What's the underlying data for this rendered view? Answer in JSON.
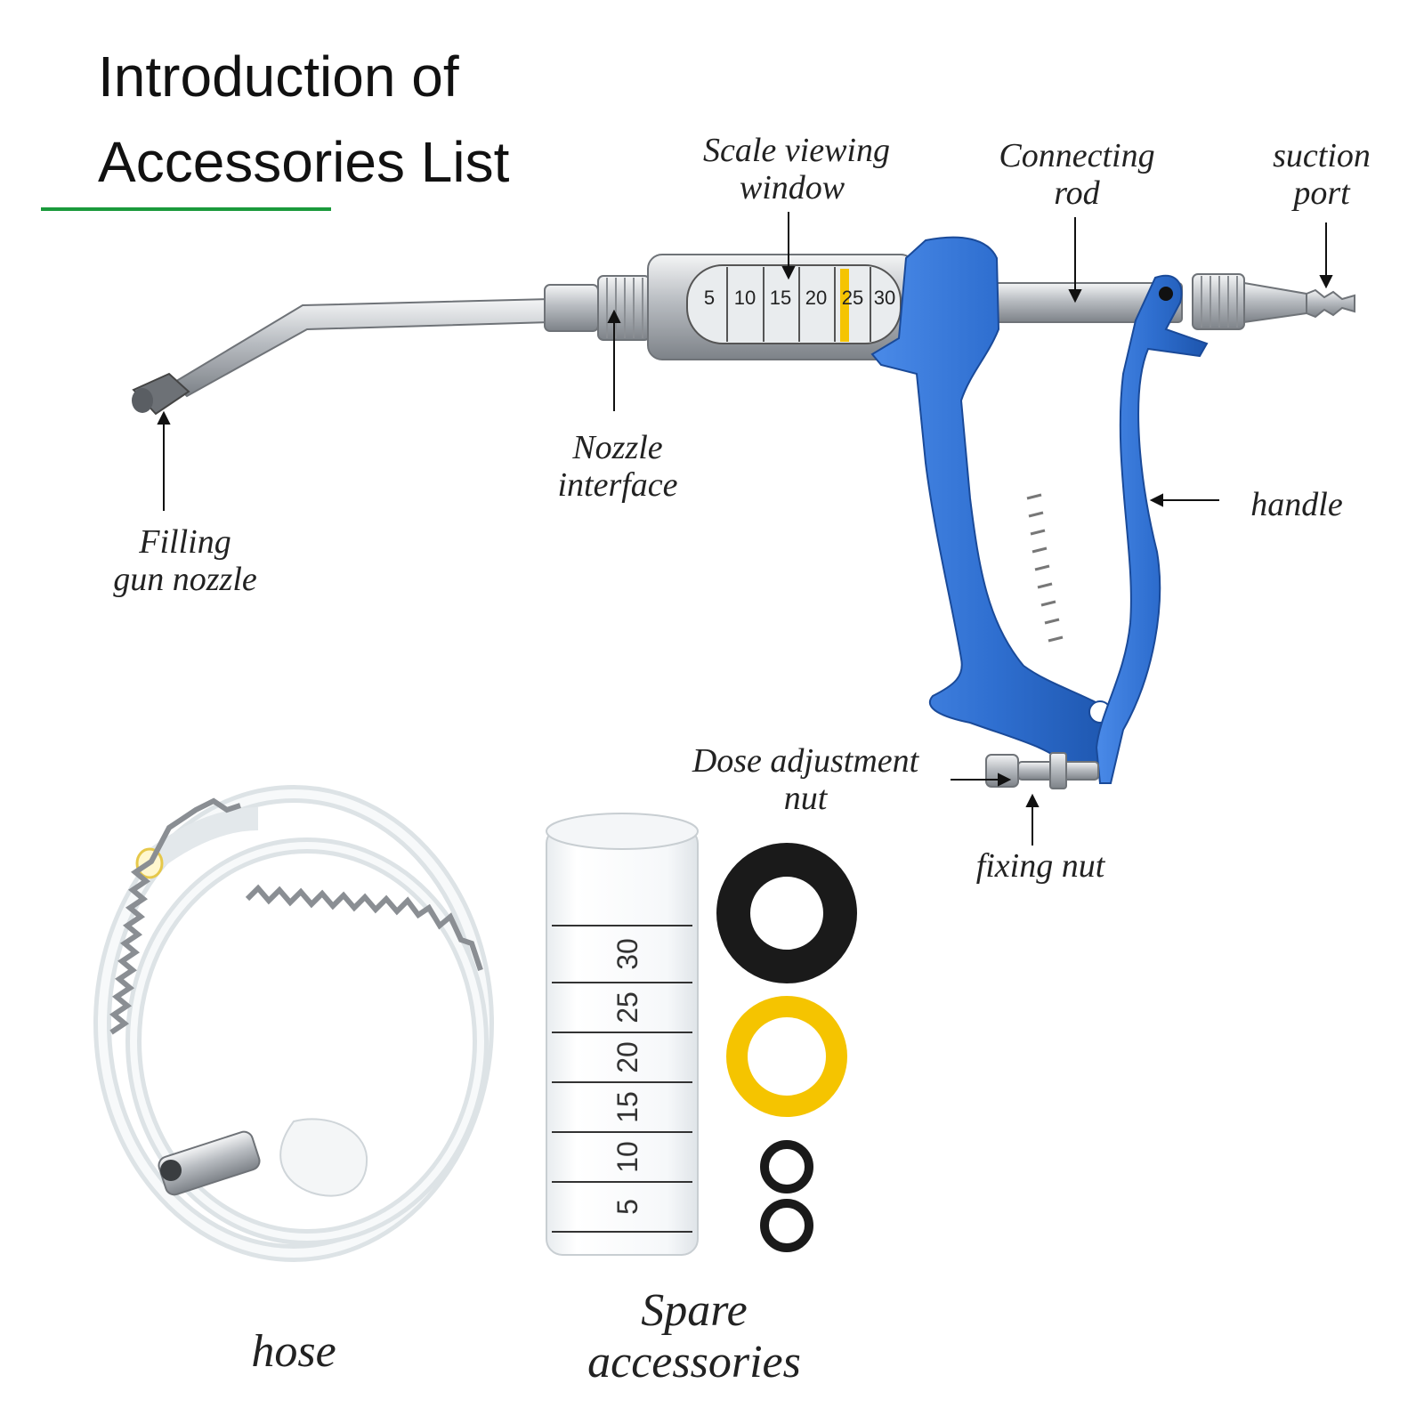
{
  "title": {
    "line1": "Introduction of",
    "line2": "Accessories List"
  },
  "accent_color": "#1a9a3b",
  "callouts": {
    "scale_viewing_window": {
      "line1": "Scale viewing",
      "line2": "window"
    },
    "connecting_rod": {
      "line1": "Connecting",
      "line2": "rod"
    },
    "suction_port": {
      "line1": "suction",
      "line2": "port"
    },
    "nozzle_interface": {
      "line1": "Nozzle",
      "line2": "interface"
    },
    "filling_gun_nozzle": {
      "line1": "Filling",
      "line2": "gun nozzle"
    },
    "handle": {
      "line1": "handle"
    },
    "dose_adjustment_nut": {
      "line1": "Dose adjustment",
      "line2": "nut"
    },
    "fixing_nut": {
      "line1": "fixing nut"
    }
  },
  "window_scale": [
    "5",
    "10",
    "15",
    "20",
    "25",
    "30"
  ],
  "tube_scale": [
    "30",
    "25",
    "20",
    "15",
    "10",
    "5"
  ],
  "bottom_labels": {
    "hose": "hose",
    "spare": {
      "line1": "Spare",
      "line2": "accessories"
    }
  },
  "colors": {
    "handle_blue": "#2f6fd0",
    "metal": "#b9bcc0",
    "yellow_ring": "#f5c400",
    "black_ring": "#1a1a1a"
  }
}
